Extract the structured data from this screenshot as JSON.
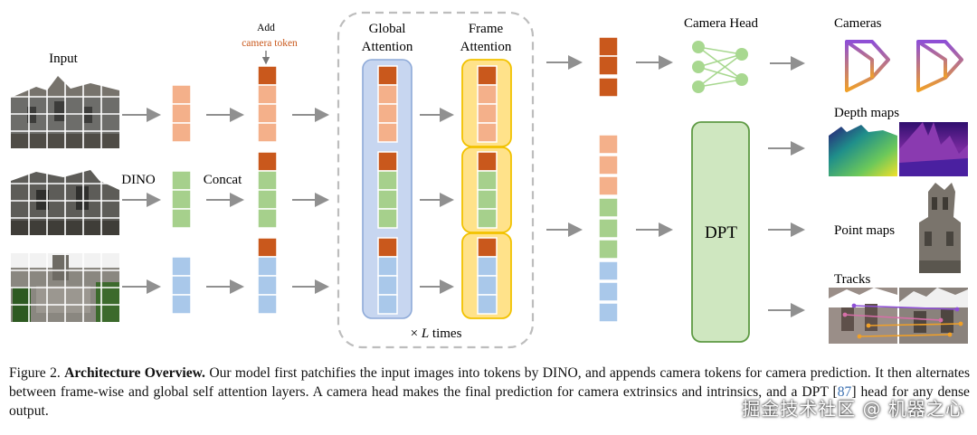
{
  "labels": {
    "input": "Input",
    "dino": "DINO",
    "concat": "Concat",
    "add": "Add",
    "camera_token": "camera token",
    "global_attention_1": "Global",
    "global_attention_2": "Attention",
    "frame_attention_1": "Frame",
    "frame_attention_2": "Attention",
    "times_prefix": "×",
    "times_var": "L",
    "times_suffix": "times",
    "camera_head": "Camera Head",
    "cameras": "Cameras",
    "depth_maps": "Depth maps",
    "dpt": "DPT",
    "point_maps": "Point maps",
    "tracks": "Tracks"
  },
  "caption": {
    "figure_label": "Figure 2.",
    "title": "Architecture Overview.",
    "text_1": "Our model first patchifies the input images into tokens by DINO, and appends camera tokens for camera prediction. It then alternates between frame-wise and global self attention layers. A camera head makes the final prediction for camera extrinsics and intrinsics, and a DPT [",
    "citation": "87",
    "text_2": "] head for any dense output."
  },
  "watermark": "掘金技术社区 @ 机器之心",
  "colors": {
    "orange_token": "#f4b08a",
    "camera_token": "#c9581c",
    "green_token": "#a6d08c",
    "blue_token": "#a9c8ea",
    "global_box": "#c7d6f0",
    "frame_box": "#ffe28a",
    "dpt_box": "#cfe7c0",
    "arrow": "#909090",
    "camera_token_label": "#c9581c",
    "camera_icon_purple": "#8e4fd6",
    "camera_icon_orange": "#f0a028"
  }
}
